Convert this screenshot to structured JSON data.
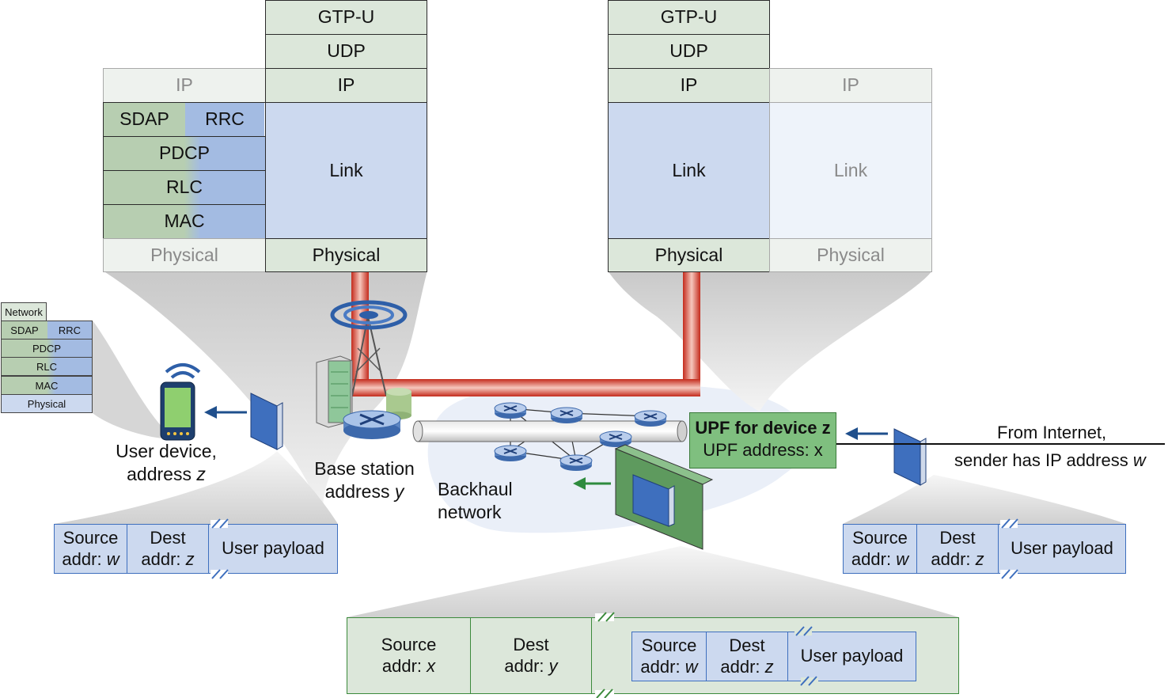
{
  "bs_stack": {
    "gtpu": "GTP-U",
    "udp": "UDP",
    "ip": "IP",
    "ip_faded": "IP",
    "sdap": "SDAP",
    "rrc": "RRC",
    "pdcp": "PDCP",
    "rlc": "RLC",
    "mac": "MAC",
    "link": "Link",
    "physical": "Physical",
    "physical_faded": "Physical"
  },
  "upf_stack": {
    "gtpu": "GTP-U",
    "udp": "UDP",
    "ip": "IP",
    "ip_faded": "IP",
    "link": "Link",
    "link_faded": "Link",
    "physical": "Physical",
    "physical_faded": "Physical"
  },
  "device_stack": {
    "network": "Network",
    "sdap": "SDAP",
    "rrc": "RRC",
    "pdcp": "PDCP",
    "rlc": "RLC",
    "mac": "MAC",
    "physical": "Physical"
  },
  "labels": {
    "user_device": "User device,",
    "user_device_addr": "address ",
    "user_device_var": "z",
    "base_station": "Base station",
    "base_station_addr": "address ",
    "base_station_var": "y",
    "backhaul_1": "Backhaul",
    "backhaul_2": "network",
    "upf_title": "UPF for device z",
    "upf_address": "UPF address: x",
    "internet_1": "From Internet,",
    "internet_2": "sender has IP address ",
    "internet_var": "w"
  },
  "packet_left": {
    "source": "Source",
    "source_addr": "addr: ",
    "source_var": "w",
    "dest": "Dest",
    "dest_addr": "addr: ",
    "dest_var": "z",
    "payload": "User payload"
  },
  "packet_right": {
    "source": "Source",
    "source_addr": "addr: ",
    "source_var": "w",
    "dest": "Dest",
    "dest_addr": "addr: ",
    "dest_var": "z",
    "payload": "User payload"
  },
  "packet_tunnel": {
    "outer_source": "Source",
    "outer_source_addr": "addr: ",
    "outer_source_var": "x",
    "outer_dest": "Dest",
    "outer_dest_addr": "addr: ",
    "outer_dest_var": "y",
    "inner_source": "Source",
    "inner_source_addr": "addr: ",
    "inner_source_var": "w",
    "inner_dest": "Dest",
    "inner_dest_addr": "addr: ",
    "inner_dest_var": "z",
    "payload": "User payload"
  },
  "colors": {
    "tunnel": "#d2432e",
    "arrow_blue": "#1f4f8c",
    "arrow_green": "#2e8b3e",
    "green_layer": "#dce7da",
    "blue_layer": "#ccd9ef"
  }
}
